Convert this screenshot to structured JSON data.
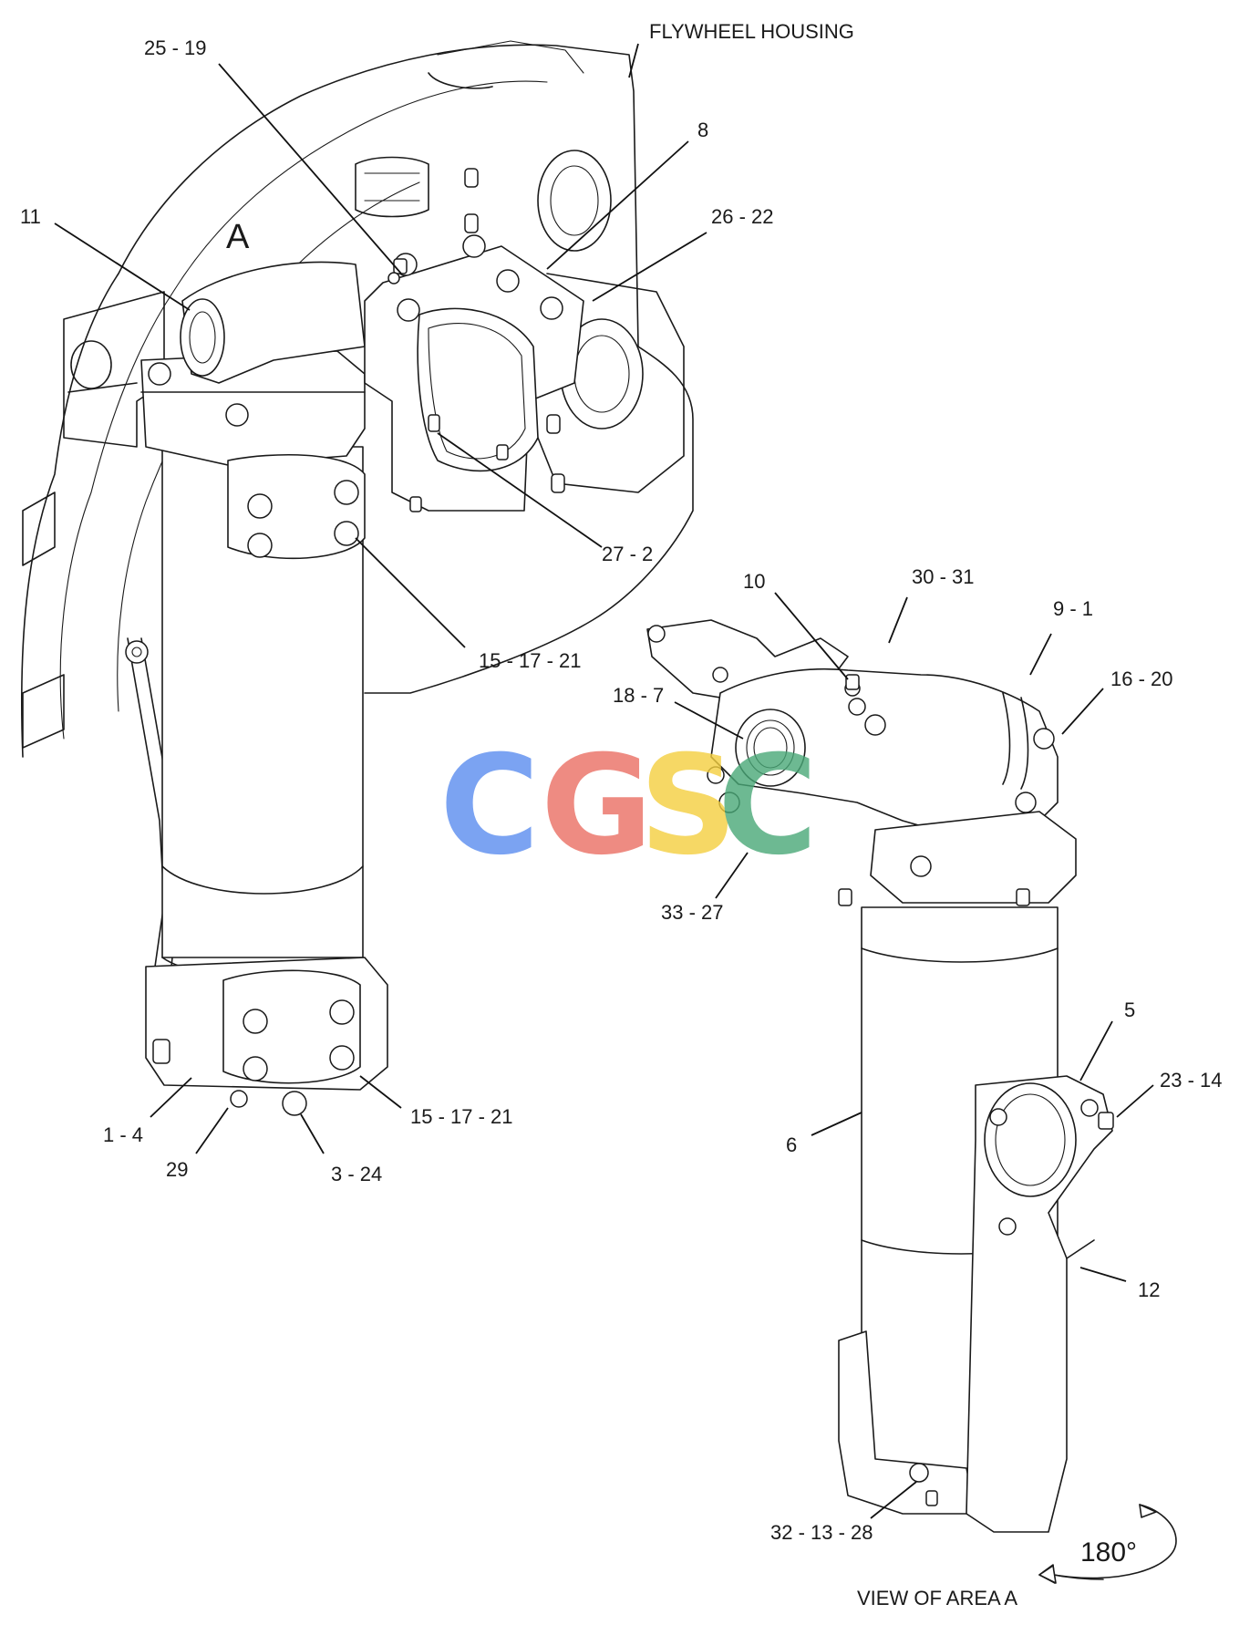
{
  "header": {
    "flywheel_housing": "FLYWHEEL HOUSING"
  },
  "view": {
    "area_marker": "A",
    "rotation": "180°",
    "caption": "VIEW OF AREA  A"
  },
  "callouts": {
    "c_25_19": "25 - 19",
    "c_8": "8",
    "c_11": "11",
    "c_26_22": "26 - 22",
    "c_27_2": "27 - 2",
    "c_15_17_21_top": "15 - 17 - 21",
    "c_10": "10",
    "c_30_31": "30 - 31",
    "c_9_1": "9 - 1",
    "c_16_20": "16 - 20",
    "c_18_7": "18 - 7",
    "c_33_27": "33 - 27",
    "c_15_17_21_bot": "15 - 17 - 21",
    "c_1_4": "1 - 4",
    "c_29": "29",
    "c_3_24": "3 - 24",
    "c_5": "5",
    "c_23_14": "23 - 14",
    "c_6": "6",
    "c_12": "12",
    "c_32_13_28": "32 - 13 - 28"
  },
  "watermark": {
    "letters": [
      "C",
      "G",
      "S",
      "C"
    ],
    "colors": [
      "#5b8def",
      "#ea6f63",
      "#f4cf3f",
      "#49a877"
    ]
  }
}
